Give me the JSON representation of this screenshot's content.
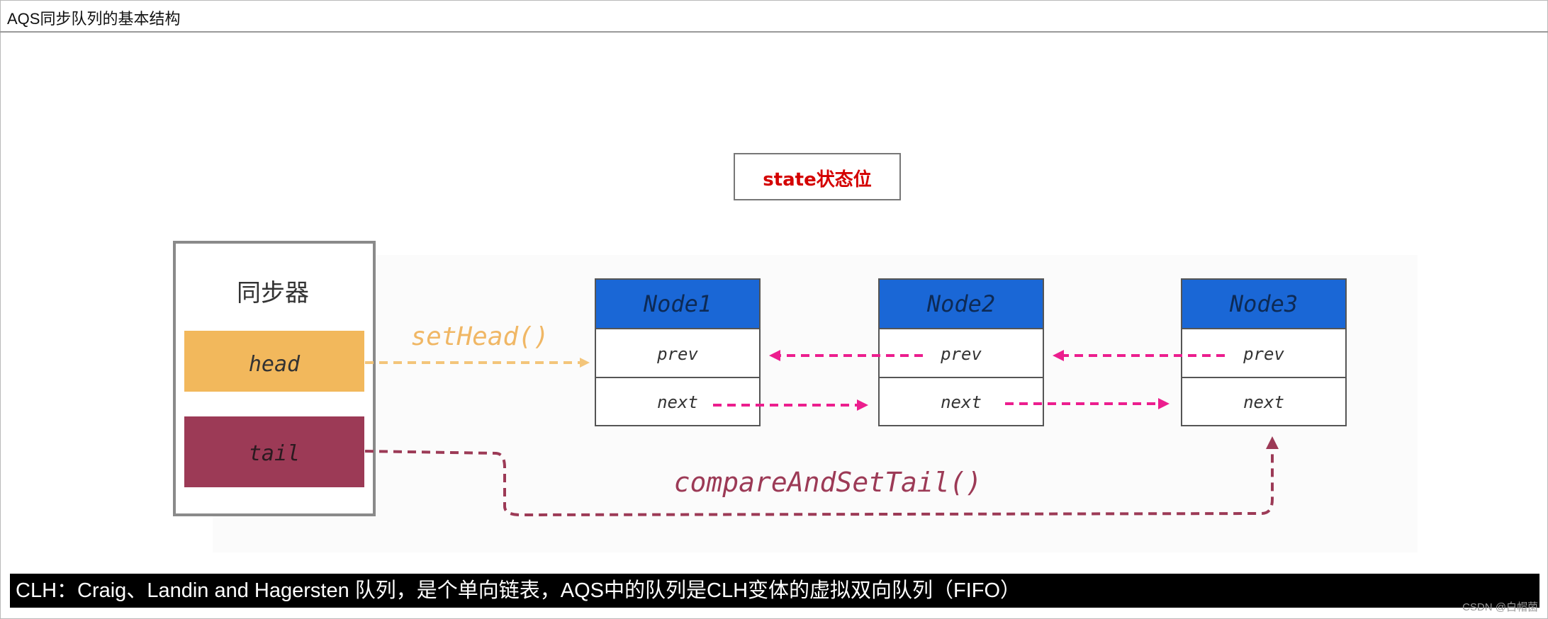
{
  "header": {
    "title": "AQS同步队列的基本结构"
  },
  "state_box": {
    "label": "state状态位",
    "color": "#d40000"
  },
  "synchronizer": {
    "title": "同步器",
    "head_label": "head",
    "tail_label": "tail",
    "head_color": "#f2b85c",
    "tail_color": "#9c3a56"
  },
  "nodes": [
    {
      "title": "Node1",
      "prev_label": "prev",
      "next_label": "next"
    },
    {
      "title": "Node2",
      "prev_label": "prev",
      "next_label": "next"
    },
    {
      "title": "Node3",
      "prev_label": "prev",
      "next_label": "next"
    }
  ],
  "node_header_color": "#1a67d6",
  "arrows": {
    "set_head_label": "setHead()",
    "compare_and_set_tail_label": "compareAndSetTail()",
    "set_head_color": "#f3c57a",
    "tail_color": "#9c3a56",
    "link_color": "#ec1e8e"
  },
  "caption": {
    "text": "CLH：Craig、Landin and Hagersten 队列，是个单向链表，AQS中的队列是CLH变体的虚拟双向队列（FIFO）"
  },
  "watermark": {
    "text": "CSDN @白帽菌"
  }
}
